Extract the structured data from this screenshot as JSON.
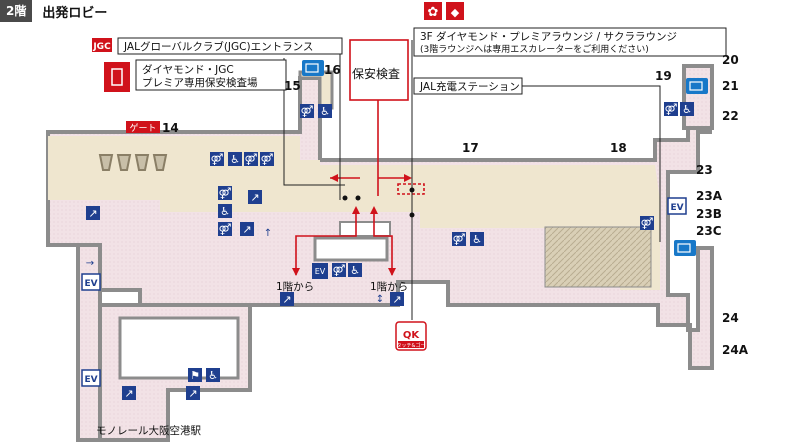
{
  "header": {
    "floor": "2階",
    "title": "出発ロビー"
  },
  "labels": {
    "jgc_entrance": "JALグローバルクラブ(JGC)エントランス",
    "jgc_logo": "JGC",
    "diamond_line1": "ダイヤモンド・JGC",
    "diamond_line2": "プレミア専用保安検査場",
    "security_check": "保安検査",
    "lounge_line1": "3F ダイヤモンド・プレミアラウンジ / サクララウンジ",
    "lounge_line2": "(3階ラウンジへは専用エスカレーターをご利用ください)",
    "charging": "JAL充電ステーション",
    "gate_word": "ゲート",
    "from_1f_left": "1階から",
    "from_1f_right": "1階から",
    "monorail": "モノレール大阪空港駅",
    "ev": "EV",
    "touch_go": "タッチ&ゴー",
    "qk": "QK"
  },
  "gates": {
    "g14": "14",
    "g15": "15",
    "g16": "16",
    "g17": "17",
    "g18": "18",
    "g19": "19",
    "g20": "20",
    "g21": "21",
    "g22": "22",
    "g23": "23",
    "g23a": "23A",
    "g23b": "23B",
    "g23c": "23C",
    "g24": "24",
    "g24a": "24A"
  },
  "icons": [
    "restroom-icon",
    "accessible-icon",
    "escalator-icon",
    "elevator-icon",
    "charging-icon",
    "up-arrow-icon",
    "sakura-lounge-logo",
    "diamond-premier-logo"
  ],
  "colors": {
    "floor": "#efe6cf",
    "floor_pink": "#f0dde2",
    "wall": "#8c8c8c",
    "accent_red": "#d0121b",
    "icon_blue": "#1f3f8f",
    "charge_blue": "#1878c8"
  }
}
